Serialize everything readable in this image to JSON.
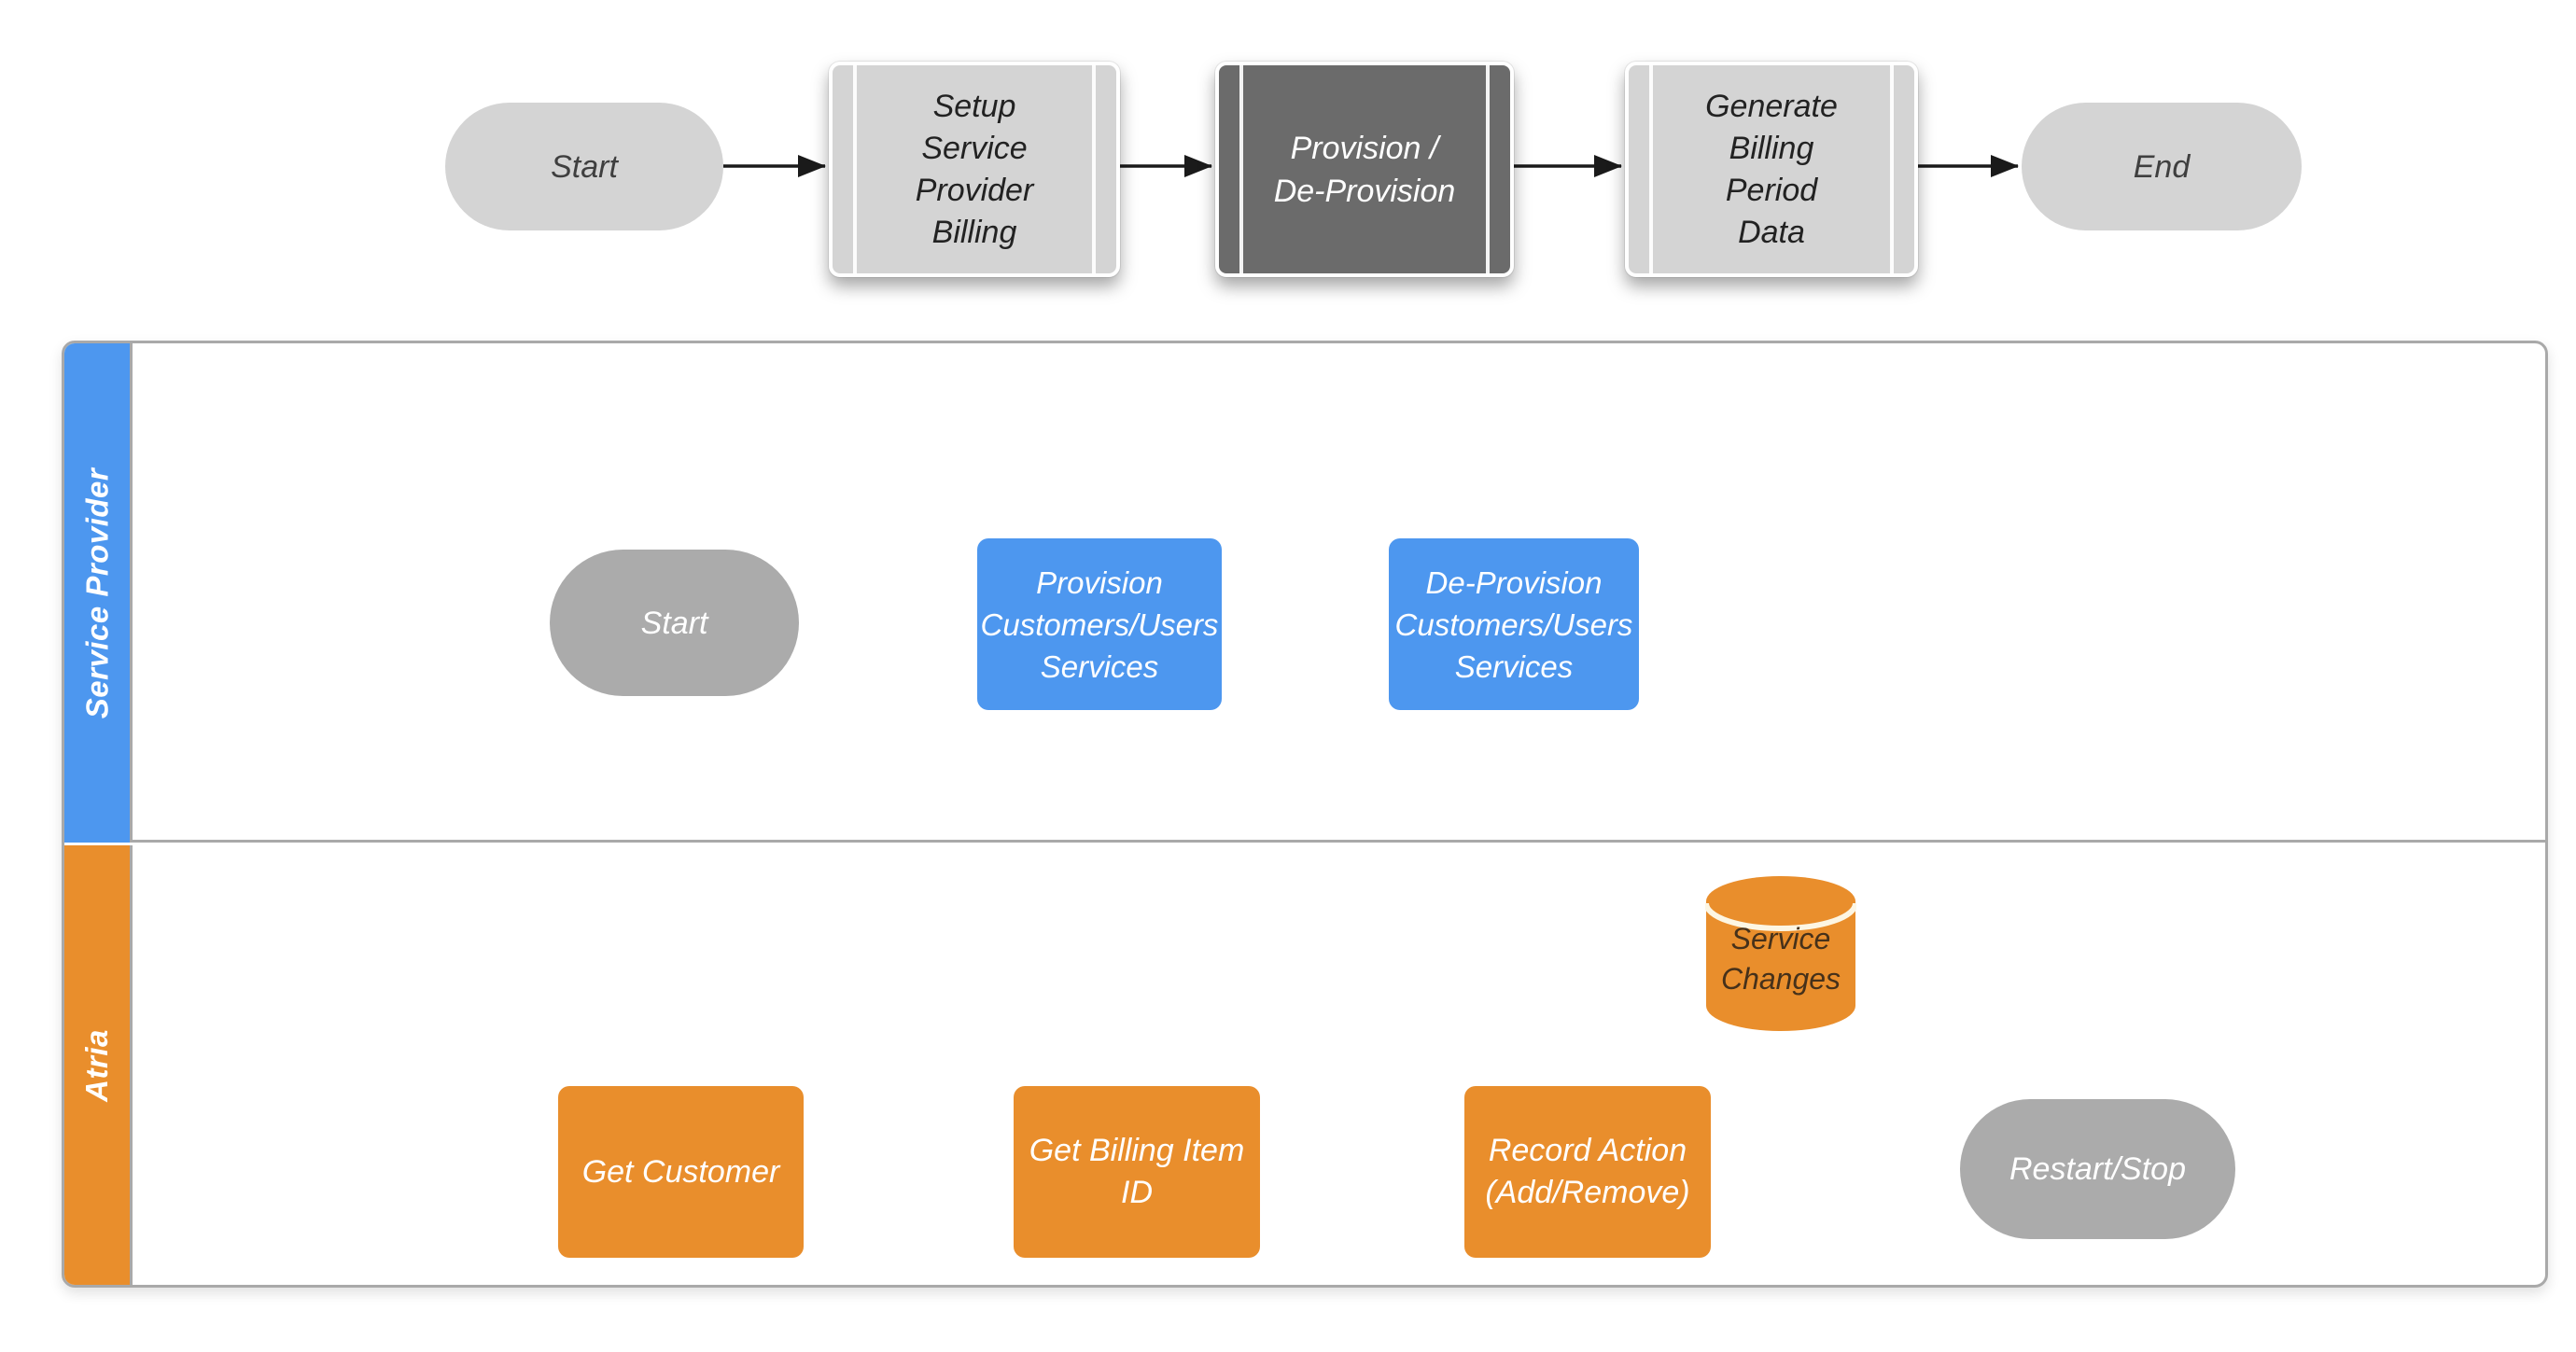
{
  "top_flow": {
    "start": "Start",
    "setup": {
      "l1": "Setup",
      "l2": "Service",
      "l3": "Provider",
      "l4": "Billing"
    },
    "provision": {
      "l1": "Provision /",
      "l2": "De-Provision"
    },
    "generate": {
      "l1": "Generate",
      "l2": "Billing",
      "l3": "Period",
      "l4": "Data"
    },
    "end": "End"
  },
  "lanes": {
    "service_provider": {
      "label": "Service Provider",
      "start": "Start",
      "provision": {
        "l1": "Provision",
        "l2": "Customers/Users",
        "l3": "Services"
      },
      "deprovision": {
        "l1": "De-Provision",
        "l2": "Customers/Users",
        "l3": "Services"
      }
    },
    "atria": {
      "label": "Atria",
      "get_customer": "Get Customer",
      "get_billing": {
        "l1": "Get Billing Item",
        "l2": "ID"
      },
      "record_action": {
        "l1": "Record Action",
        "l2": "(Add/Remove)"
      },
      "service_changes": {
        "l1": "Service",
        "l2": "Changes"
      },
      "restart_stop": "Restart/Stop"
    }
  },
  "colors": {
    "blue": "#4d97ef",
    "orange": "#e98e2c",
    "light_gray": "#d4d4d4",
    "mid_gray": "#ababab",
    "dark_gray": "#6b6b6b",
    "lane_border": "#a9a9a9",
    "arrow": "#1a1a1a"
  }
}
